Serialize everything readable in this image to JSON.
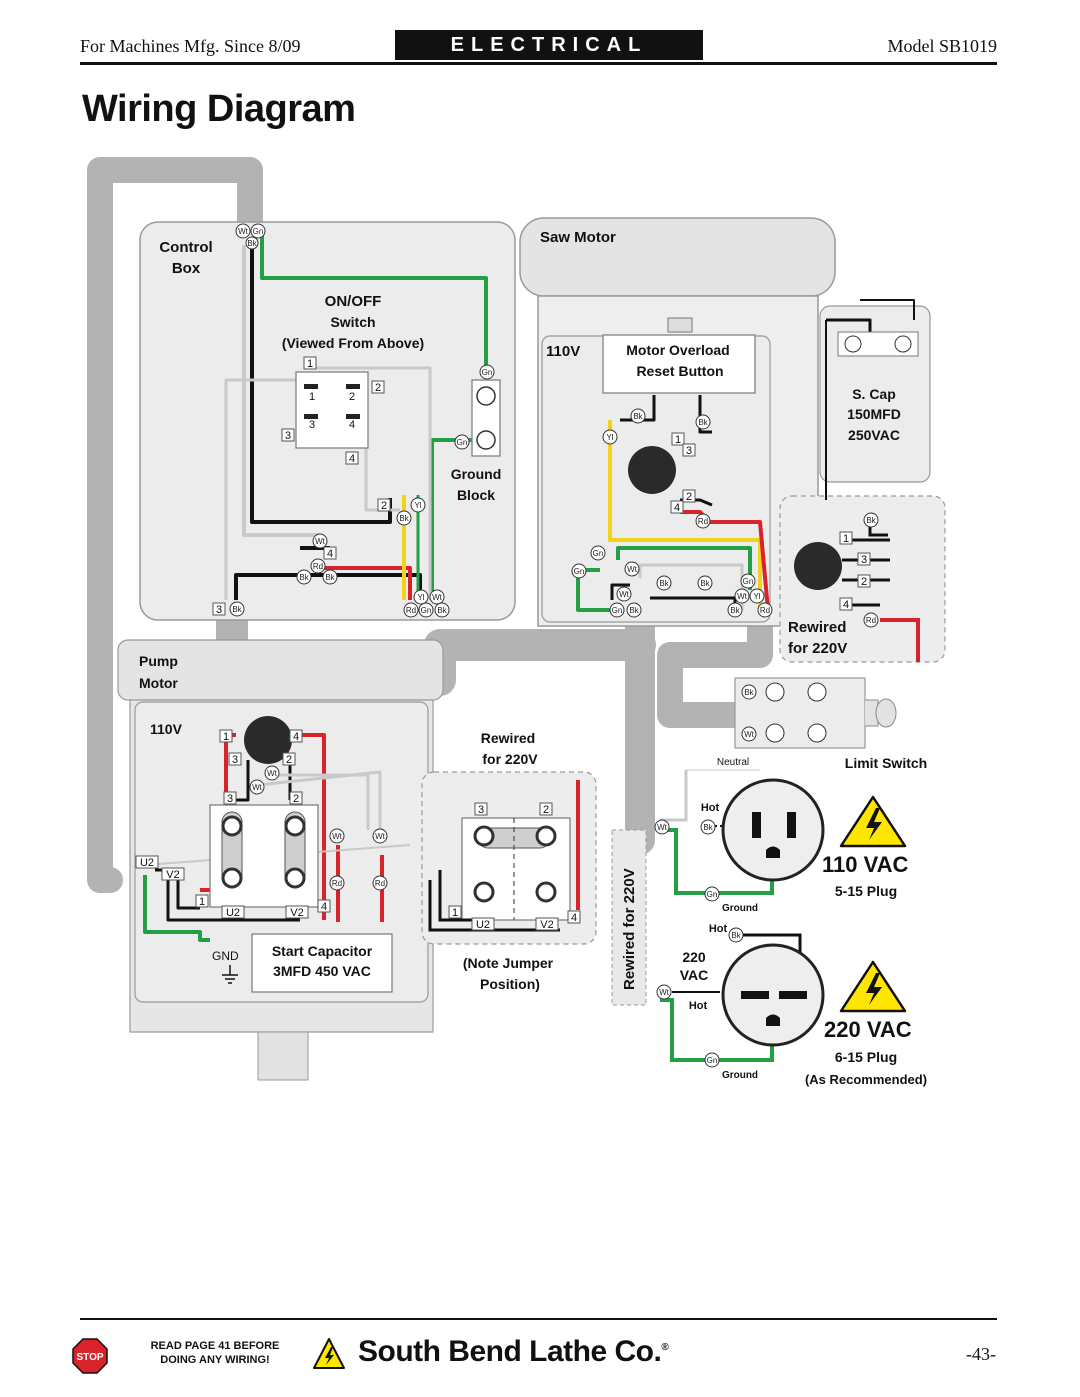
{
  "header": {
    "left_text": "For Machines Mfg. Since 8/09",
    "section": "ELECTRICAL",
    "right_text": "Model SB1019"
  },
  "title": "Wiring Diagram",
  "control_box": {
    "label_line1": "Control",
    "label_line2": "Box",
    "switch_line1": "ON/OFF",
    "switch_line2": "Switch",
    "switch_line3": "(Viewed From Above)",
    "ground_block_line1": "Ground",
    "ground_block_line2": "Block"
  },
  "saw_motor": {
    "label": "Saw Motor",
    "voltage": "110V",
    "overload_line1": "Motor Overload",
    "overload_line2": "Reset Button",
    "cap_line1": "S. Cap",
    "cap_line2": "150MFD",
    "cap_line3": "250VAC",
    "rewired_line1": "Rewired",
    "rewired_line2": "for 220V"
  },
  "pump_motor": {
    "label_line1": "Pump",
    "label_line2": "Motor",
    "voltage": "110V",
    "gnd": "GND",
    "start_cap_line1": "Start Capacitor",
    "start_cap_line2": "3MFD 450 VAC",
    "rewired_line1": "Rewired",
    "rewired_line2": "for 220V",
    "jumper_line1": "(Note Jumper",
    "jumper_line2": "Position)",
    "rewired_vertical": "Rewired for 220V"
  },
  "limit_switch": {
    "label": "Limit Switch"
  },
  "plug110": {
    "neutral": "Neutral",
    "hot": "Hot",
    "ground": "Ground",
    "voltage": "110 VAC",
    "plug": "5-15 Plug"
  },
  "plug220": {
    "hot_top": "Hot",
    "hot_bottom": "Hot",
    "volt_line1": "220",
    "volt_line2": "VAC",
    "ground": "Ground",
    "voltage": "220 VAC",
    "plug": "6-15 Plug",
    "recommend": "(As Recommended)"
  },
  "wire_codes": {
    "bk": "Bk",
    "wt": "Wt",
    "gn": "Gn",
    "rd": "Rd",
    "yl": "Yl"
  },
  "terminals": {
    "t1": "1",
    "t2": "2",
    "t3": "3",
    "t4": "4",
    "u2": "U2",
    "v2": "V2"
  },
  "footer": {
    "stop": "STOP",
    "note": "READ PAGE 41 BEFORE\nDOING ANY WIRING!",
    "brand": "South Bend Lathe Co.",
    "registered": "®",
    "page": "-43-"
  },
  "colors": {
    "black_wire": "#111111",
    "white_wire": "#c9c9c9",
    "green_wire": "#23a046",
    "red_wire": "#d8232a",
    "yellow_wire": "#f2d31b",
    "panel": "#ececec",
    "conduit": "#b3b3b3",
    "warning": "#ffe600"
  }
}
